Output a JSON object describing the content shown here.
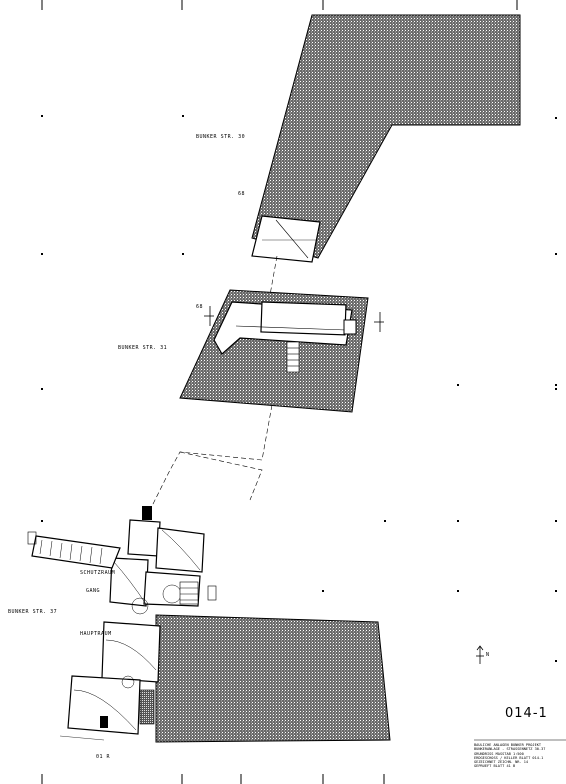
{
  "drawing": {
    "labels": {
      "bunker_upper": "BUNKER STR. 30",
      "bunker_middle": "BUNKER STR. 31",
      "bunker_lower": "BUNKER STR. 37",
      "dim_68": "68",
      "dim_68b": "68",
      "room_a": "SCHUTZRAUM",
      "room_b": "GANG",
      "room_c": "HAUPTRAUM",
      "corner_label": "01 R",
      "north_mark": "N"
    },
    "sheet_number": "014-1",
    "title_block": [
      "BAULICHE ANLAGEN BUNKER  PROJEKT",
      "BUNKERANLAGE - STRASSENNETZ 30-37",
      "GRUNDRISS              MASSTAB 1:500",
      "ERDGESCHOSS / KELLER   BLATT 014-1",
      "GEZEICHNET             ZEICHN. NR. 14",
      "GEPRUEFT               BLATT 41 B"
    ]
  },
  "colors": {
    "ink": "#000000",
    "paper": "#ffffff"
  }
}
